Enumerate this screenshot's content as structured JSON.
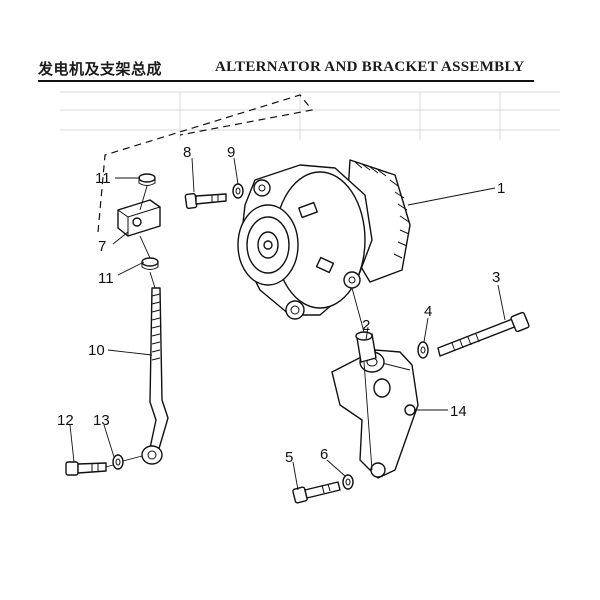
{
  "header": {
    "title_cn": "发电机及支架总成",
    "title_en": "ALTERNATOR AND BRACKET ASSEMBLY"
  },
  "callouts": [
    {
      "id": "1",
      "label": "1"
    },
    {
      "id": "2",
      "label": "2"
    },
    {
      "id": "3",
      "label": "3"
    },
    {
      "id": "4",
      "label": "4"
    },
    {
      "id": "5",
      "label": "5"
    },
    {
      "id": "6",
      "label": "6"
    },
    {
      "id": "7",
      "label": "7"
    },
    {
      "id": "8",
      "label": "8"
    },
    {
      "id": "9",
      "label": "9"
    },
    {
      "id": "10",
      "label": "10"
    },
    {
      "id": "11a",
      "label": "11"
    },
    {
      "id": "11b",
      "label": "11"
    },
    {
      "id": "12",
      "label": "12"
    },
    {
      "id": "13",
      "label": "13"
    },
    {
      "id": "14",
      "label": "14"
    }
  ],
  "colors": {
    "ink": "#111111",
    "paper": "#ffffff",
    "ghost_table": "#d8d8d8"
  }
}
